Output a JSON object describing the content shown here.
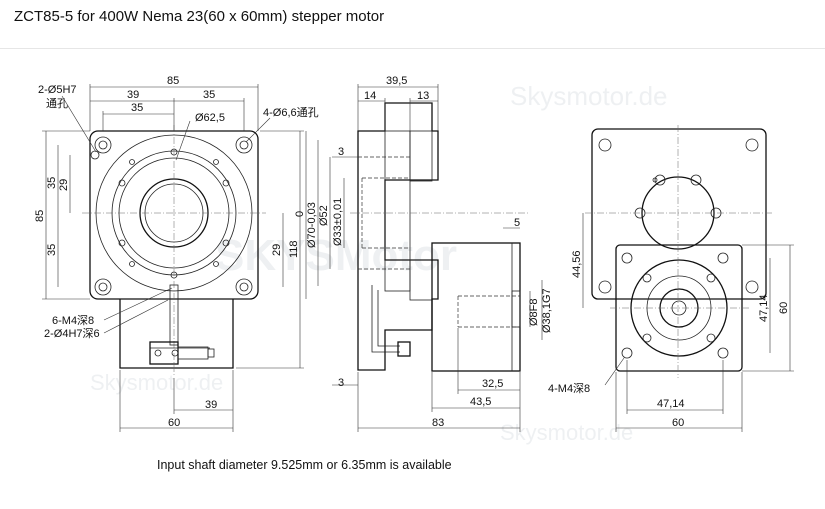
{
  "title": "ZCT85-5 for 400W Nema 23(60 x 60mm) stepper motor",
  "note": "Input shaft diameter  9.525mm or 6.35mm is available",
  "watermarks": [
    "Skysmotor.de",
    "SKYSMotor"
  ],
  "front": {
    "dims": [
      "85",
      "39",
      "35",
      "35",
      "Ø62,5",
      "2-Ø5H7",
      "通孔",
      "4-Ø6,6通孔",
      "35",
      "29",
      "85",
      "35",
      "29",
      "118",
      "6-M4深8",
      "2-Ø4H7深6",
      "39",
      "60"
    ]
  },
  "side": {
    "dims": [
      "39,5",
      "14",
      "13",
      "3",
      "0",
      "Ø70-0,03",
      "Ø52",
      "Ø33±0,01",
      "5",
      "Ø8F8",
      "Ø38,1G7",
      "3",
      "32,5",
      "43,5",
      "83"
    ]
  },
  "motor": {
    "dims": [
      "44,56",
      "47,14",
      "60",
      "4-M4深8",
      "47,14",
      "60"
    ]
  }
}
